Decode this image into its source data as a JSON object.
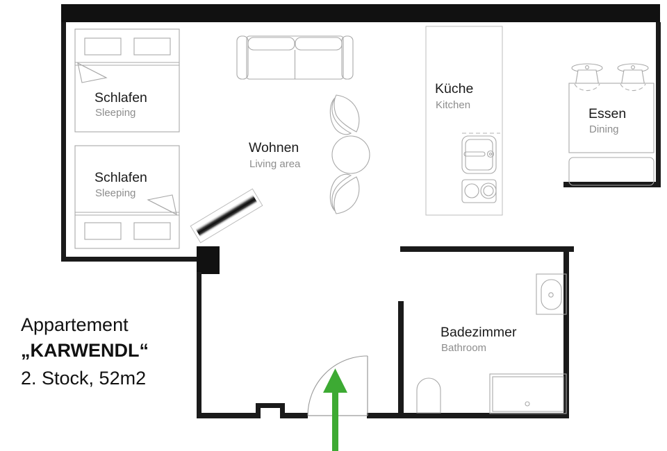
{
  "plan": {
    "title": {
      "line1": "Appartement",
      "line2": "„KARWENDL“",
      "line3": "2. Stock, 52m2"
    },
    "colors": {
      "wall": "#111111",
      "furniture_stroke": "#a8a8a8",
      "label_primary": "#1b1b1b",
      "label_secondary": "#8d8d8d",
      "entrance_arrow": "#3daa33",
      "background": "#ffffff"
    },
    "rooms": [
      {
        "id": "sleeping-1",
        "de": "Schlafen",
        "en": "Sleeping"
      },
      {
        "id": "sleeping-2",
        "de": "Schlafen",
        "en": "Sleeping"
      },
      {
        "id": "living",
        "de": "Wohnen",
        "en": "Living area"
      },
      {
        "id": "kitchen",
        "de": "Küche",
        "en": "Kitchen"
      },
      {
        "id": "dining",
        "de": "Essen",
        "en": "Dining"
      },
      {
        "id": "bathroom",
        "de": "Badezimmer",
        "en": "Bathroom"
      }
    ],
    "fixtures": [
      "bed-upper",
      "bed-lower",
      "sofa",
      "armchair-upper",
      "armchair-lower",
      "round-table",
      "mirror-panel",
      "kitchen-sink",
      "kitchen-stove",
      "dining-table",
      "dining-chair-left",
      "dining-chair-right",
      "bench",
      "wash-basin",
      "toilet",
      "bathtub",
      "entrance-door"
    ],
    "entrance": {
      "marker": "entrance-arrow",
      "direction": "up"
    }
  }
}
